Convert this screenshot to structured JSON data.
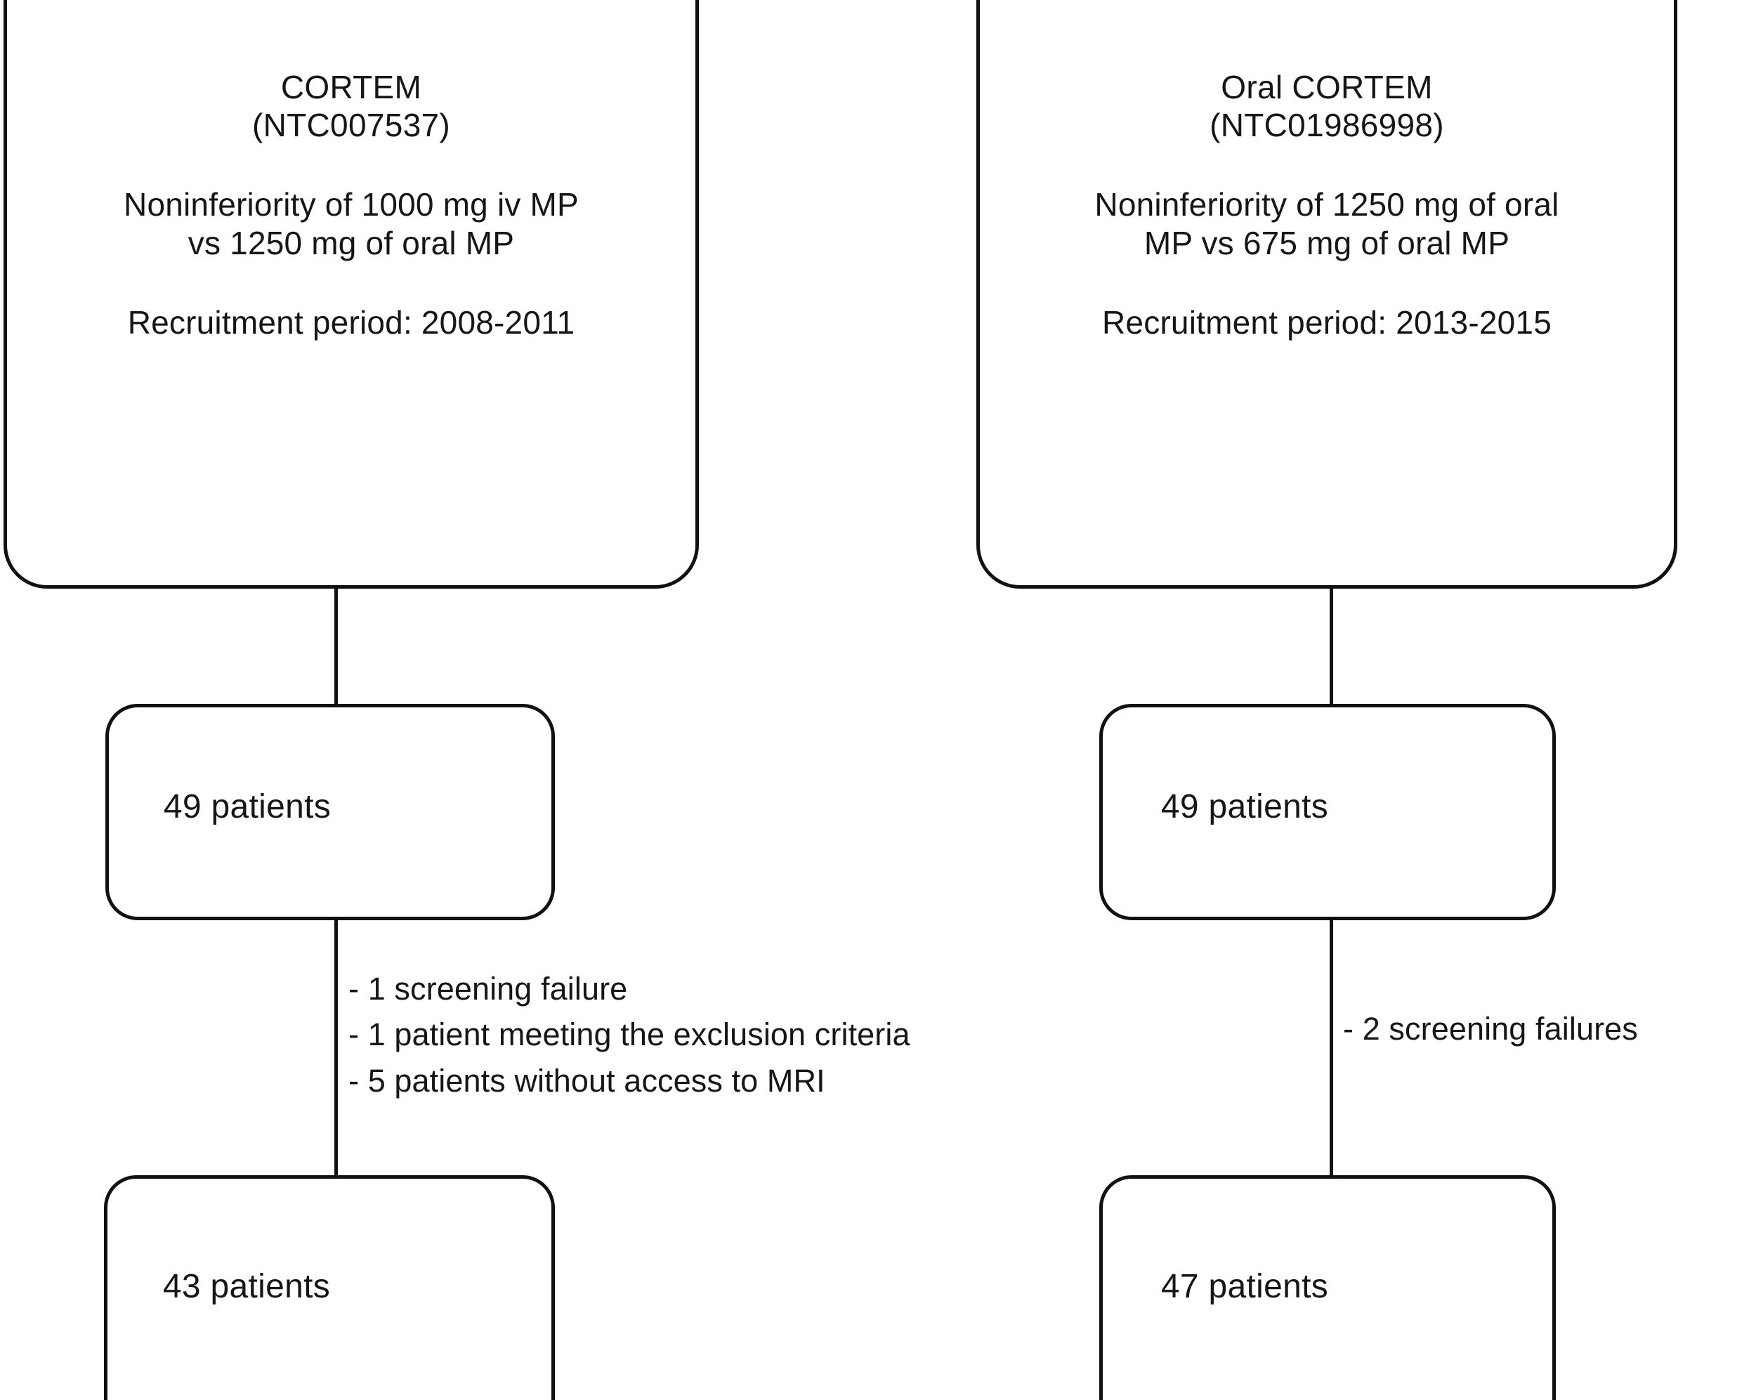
{
  "diagram": {
    "title": "CONSORT-style patient flow for two CORTEM trials",
    "line_color": "#111111",
    "text_color": "#161616",
    "background": "#ffffff"
  },
  "arms": [
    {
      "id": "cortem",
      "study_title": "CORTEM\n(NTC007537)",
      "study_desc": "Noninferiority of 1000 mg iv MP\nvs 1250 mg of oral MP",
      "study_period": "Recruitment period: 2008-2011",
      "enrolled_label": "49 patients",
      "exclusions": "- 1 screening failure\n- 1 patient meeting the exclusion criteria\n- 5 patients without access to MRI",
      "final_label": "43 patients"
    },
    {
      "id": "oral-cortem",
      "study_title": "Oral CORTEM\n(NTC01986998)",
      "study_desc": "Noninferiority of 1250 mg of oral\nMP vs 675 mg of oral MP",
      "study_period": "Recruitment period: 2013-2015",
      "enrolled_label": "49 patients",
      "exclusions": "- 2 screening failures",
      "final_label": "47 patients"
    }
  ]
}
